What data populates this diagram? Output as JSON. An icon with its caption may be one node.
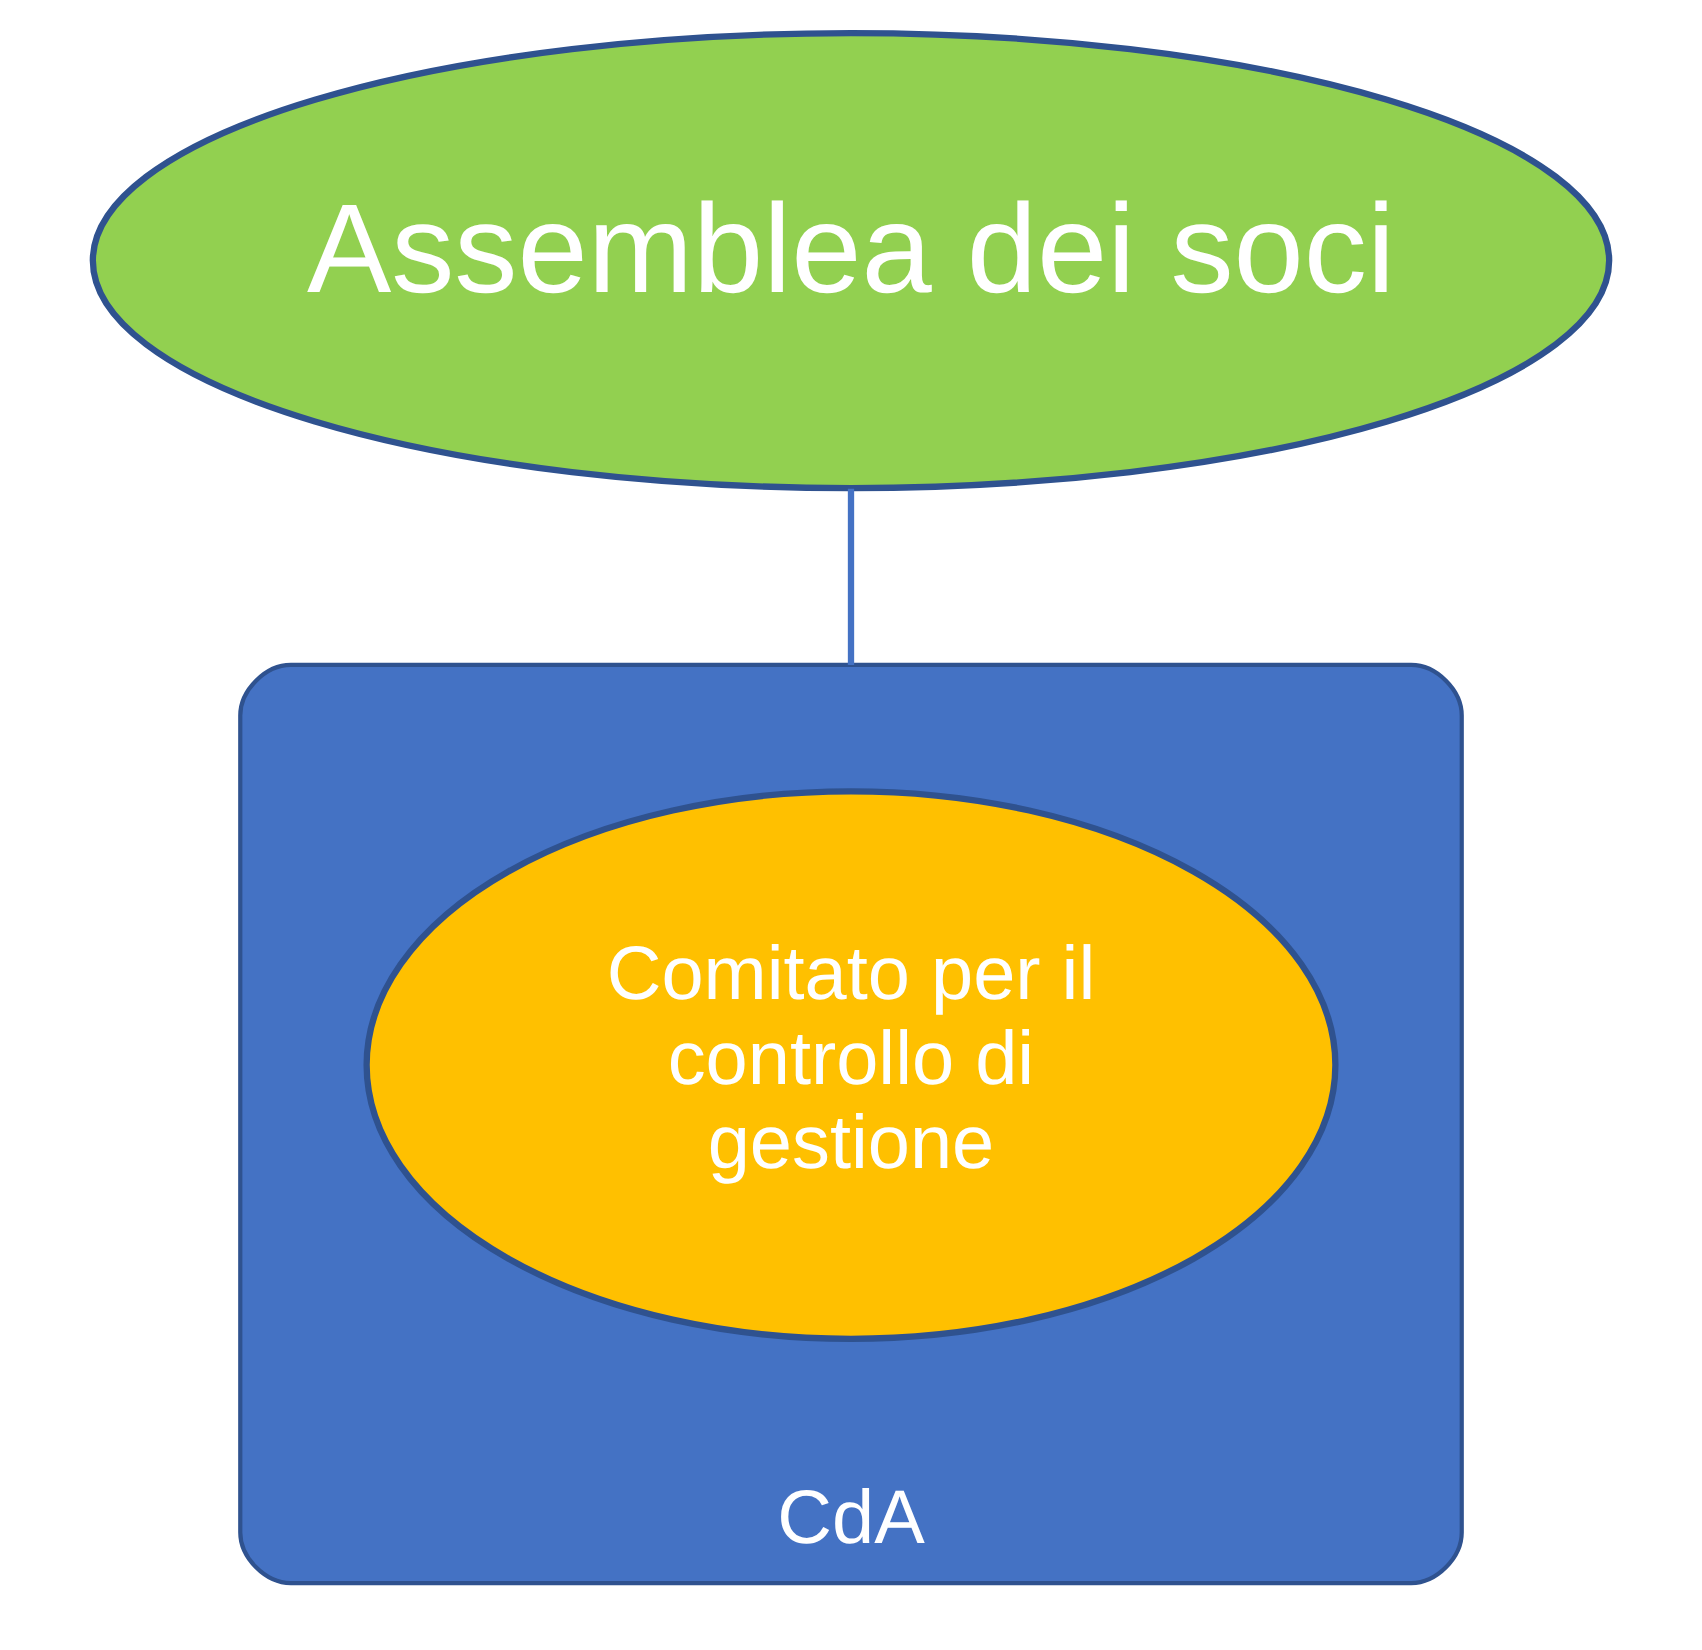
{
  "diagram": {
    "nodes": [
      {
        "text": [
          "Assemblea dei soci"
        ]
      },
      {
        "text": [
          "CdA"
        ]
      },
      {
        "text": [
          "Comitato per il controllo di gestione"
        ],
        "in": 1
      }
    ],
    "edges": [
      {
        "from": 0,
        "to": 1,
        "arrow": "none"
      }
    ]
  }
}
